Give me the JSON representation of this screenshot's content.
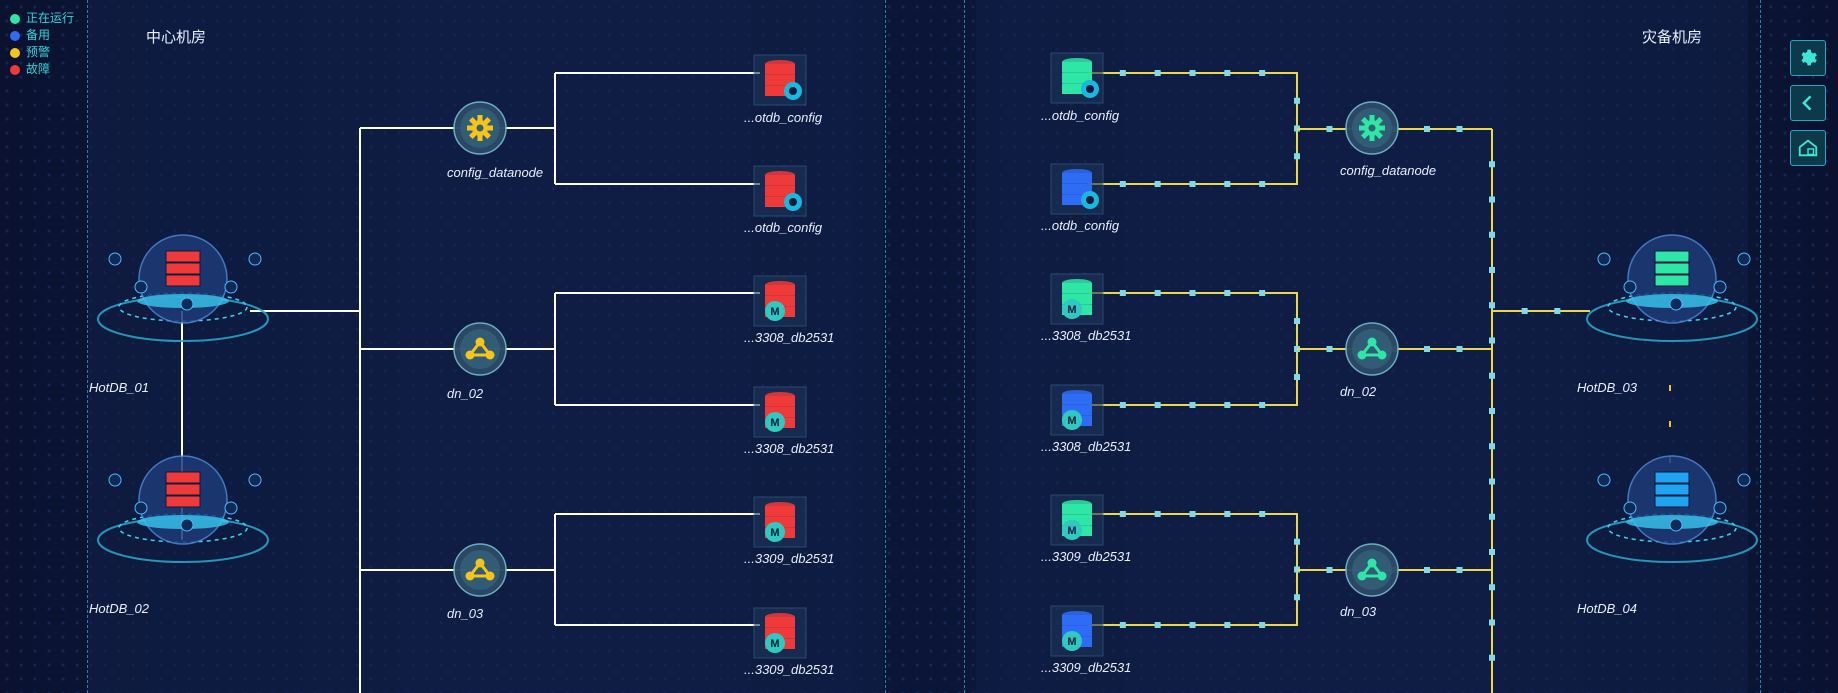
{
  "legend": {
    "items": [
      {
        "label": "正在运行",
        "color": "#2ee6a6"
      },
      {
        "label": "备用",
        "color": "#2f6cf5"
      },
      {
        "label": "预警",
        "color": "#f5c518"
      },
      {
        "label": "故障",
        "color": "#f03a3a"
      }
    ]
  },
  "rooms": {
    "left_title": "中心机房",
    "right_title": "灾备机房"
  },
  "left": {
    "hosts": [
      "HotDB_01",
      "HotDB_02"
    ],
    "nodes": [
      "config_datanode",
      "dn_02",
      "dn_03"
    ],
    "dbs": [
      "...otdb_config",
      "...otdb_config",
      "...3308_db2531",
      "...3308_db2531",
      "...3309_db2531",
      "...3309_db2531"
    ]
  },
  "right": {
    "hosts": [
      "HotDB_03",
      "HotDB_04"
    ],
    "nodes": [
      "config_datanode",
      "dn_02",
      "dn_03"
    ],
    "dbs": [
      "...otdb_config",
      "...otdb_config",
      "...3308_db2531",
      "...3308_db2531",
      "...3309_db2531",
      "...3309_db2531"
    ]
  },
  "toolbar": {
    "settings_icon": "gear-icon",
    "back_icon": "chevron-left-icon",
    "home_icon": "home-db-icon"
  },
  "colors": {
    "link_white": "#ffffff",
    "link_yellow": "#e8d84a",
    "fault": "#f03a3a",
    "running": "#2ee6a6",
    "standby": "#2f6cf5",
    "warning": "#f5c518",
    "accent": "#3fe6d8"
  }
}
